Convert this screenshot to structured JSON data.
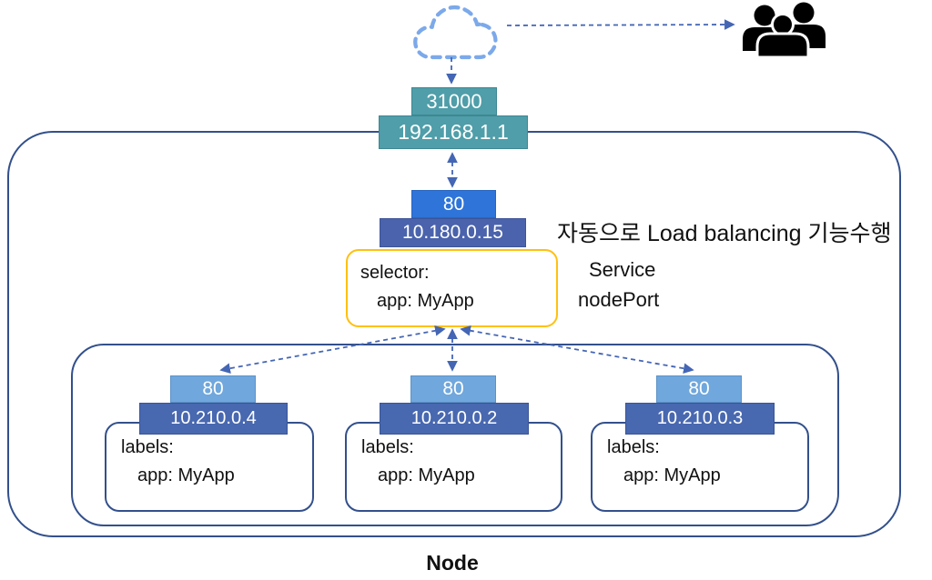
{
  "annotations": {
    "load_balancing": "자동으로  Load balancing 기능수행",
    "service": "Service",
    "node_port": "nodePort",
    "node": "Node"
  },
  "host": {
    "port": "31000",
    "ip": "192.168.1.1"
  },
  "service_box": {
    "port": "80",
    "ip": "10.180.0.15",
    "selector_key": "selector:",
    "selector_value": "app: MyApp"
  },
  "pods": [
    {
      "port": "80",
      "ip": "10.210.0.4",
      "labels_key": "labels:",
      "labels_value": "app: MyApp"
    },
    {
      "port": "80",
      "ip": "10.210.0.2",
      "labels_key": "labels:",
      "labels_value": "app: MyApp"
    },
    {
      "port": "80",
      "ip": "10.210.0.3",
      "labels_key": "labels:",
      "labels_value": "app: MyApp"
    }
  ],
  "icons": {
    "cloud": "cloud-icon",
    "users": "users-icon"
  },
  "colors": {
    "host_fill": "#4F9EA9",
    "service_port_fill": "#2E74D9",
    "service_ip_fill": "#4A63AC",
    "pod_port_fill": "#70A7DC",
    "pod_ip_fill": "#4868B0",
    "selector_border": "#FFC010",
    "outline_navy": "#33508C",
    "arrow_blue": "#4466B4",
    "cloud_dash_blue": "#7CA9EA"
  }
}
